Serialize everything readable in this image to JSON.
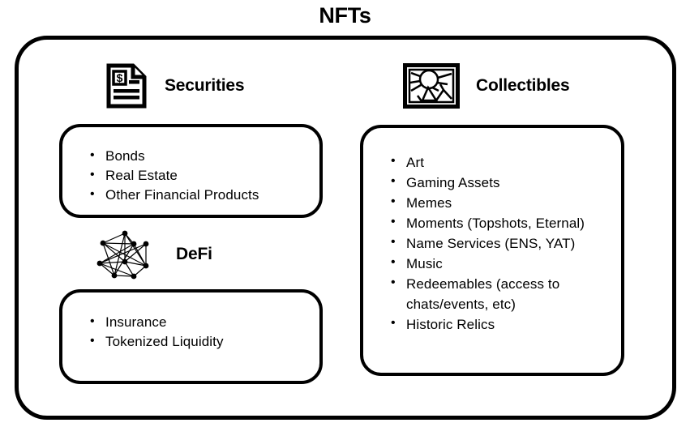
{
  "title": "NFTs",
  "diagram": {
    "type": "hierarchy-grouping",
    "root_label": "NFTs",
    "style": {
      "stroke": "#000000",
      "background": "#ffffff",
      "text": "#000000"
    }
  },
  "sections": [
    {
      "id": "securities",
      "label": "Securities",
      "icon": "document-dollar-icon",
      "items": [
        "Bonds",
        "Real Estate",
        "Other Financial Products"
      ]
    },
    {
      "id": "defi",
      "label": "DeFi",
      "icon": "network-graph-icon",
      "items": [
        "Insurance",
        "Tokenized Liquidity"
      ]
    },
    {
      "id": "collectibles",
      "label": "Collectibles",
      "icon": "framed-artwork-icon",
      "items": [
        "Art",
        "Gaming Assets",
        "Memes",
        "Moments (Topshots, Eternal)",
        "Name Services (ENS, YAT)",
        "Music",
        "Redeemables (access to",
        "Historic Relics"
      ],
      "item_redeemables_line2": "chats/events, etc)"
    }
  ]
}
